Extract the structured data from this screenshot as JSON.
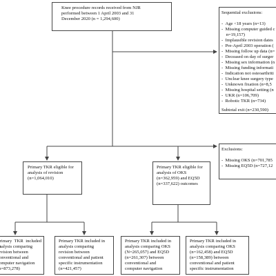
{
  "top_box": {
    "lines": [
      "Knee procedure records received from NJR",
      "performed between 1 April 2003 and 31",
      "December 2020 (n = 1,294,600)"
    ]
  },
  "sequential_exclusions": {
    "title": "Sequential exclusions:",
    "items": [
      "Age <18 years (n=13)",
      "Missing computer guided c",
      "n=19,157)",
      "Implausible revision dates",
      "Pre-April 2003 operation (",
      "Missing follow up data (n=",
      "Deceased on day of surger",
      "Missing sex information (n",
      "Missing funding informati",
      "Indication not osteoarthriti",
      "Unclear knee surgery type",
      "Unknown fixation (n=8,5",
      "Missing hospital setting (n",
      "UKR (n=106,709)",
      "Robotic TKR (n=734)"
    ],
    "subtotal": "Subtotal exit (n=230,590)"
  },
  "revision_box": {
    "lines": [
      "Primary TKR eligible for",
      "analysis of revision",
      "(n=1,064,010)"
    ]
  },
  "oks_box": {
    "lines": [
      "Primary TKR eligible for",
      "analysis of OKS",
      "(n=362,959) and EQ5D",
      "(n=337,622) outcomes"
    ]
  },
  "exclusions2": {
    "title": "Exclusions:",
    "items": [
      "Missing OKS (n=701,785",
      "Missing EQ5D (n=727,12"
    ]
  },
  "bottom_boxes": [
    {
      "lines": [
        "Primary TKR included in",
        "analysis comparing",
        "revision between",
        "conventional and",
        "computer navigation",
        "(n=873,278)"
      ]
    },
    {
      "lines": [
        "Primary TKR included in",
        "analysis comparing",
        "revision between",
        "conventional and patient",
        "specific instrumentation",
        "(n=421,457)"
      ]
    },
    {
      "lines": [
        "Primary TKR included in",
        "analysis comparing OKS",
        "(N=265,057) and EQ5D",
        "(n=261,307) between",
        "conventional and",
        "computer navigation"
      ]
    },
    {
      "lines": [
        "Primary TKR included in",
        "analysis comparing OKS",
        "(n=162,458) and EQ5D",
        "(n=158,389) between",
        "conventional and patient",
        "specific instrumentation"
      ]
    }
  ],
  "colors": {
    "line": "#444444",
    "text": "#111111",
    "background": "#ffffff"
  }
}
